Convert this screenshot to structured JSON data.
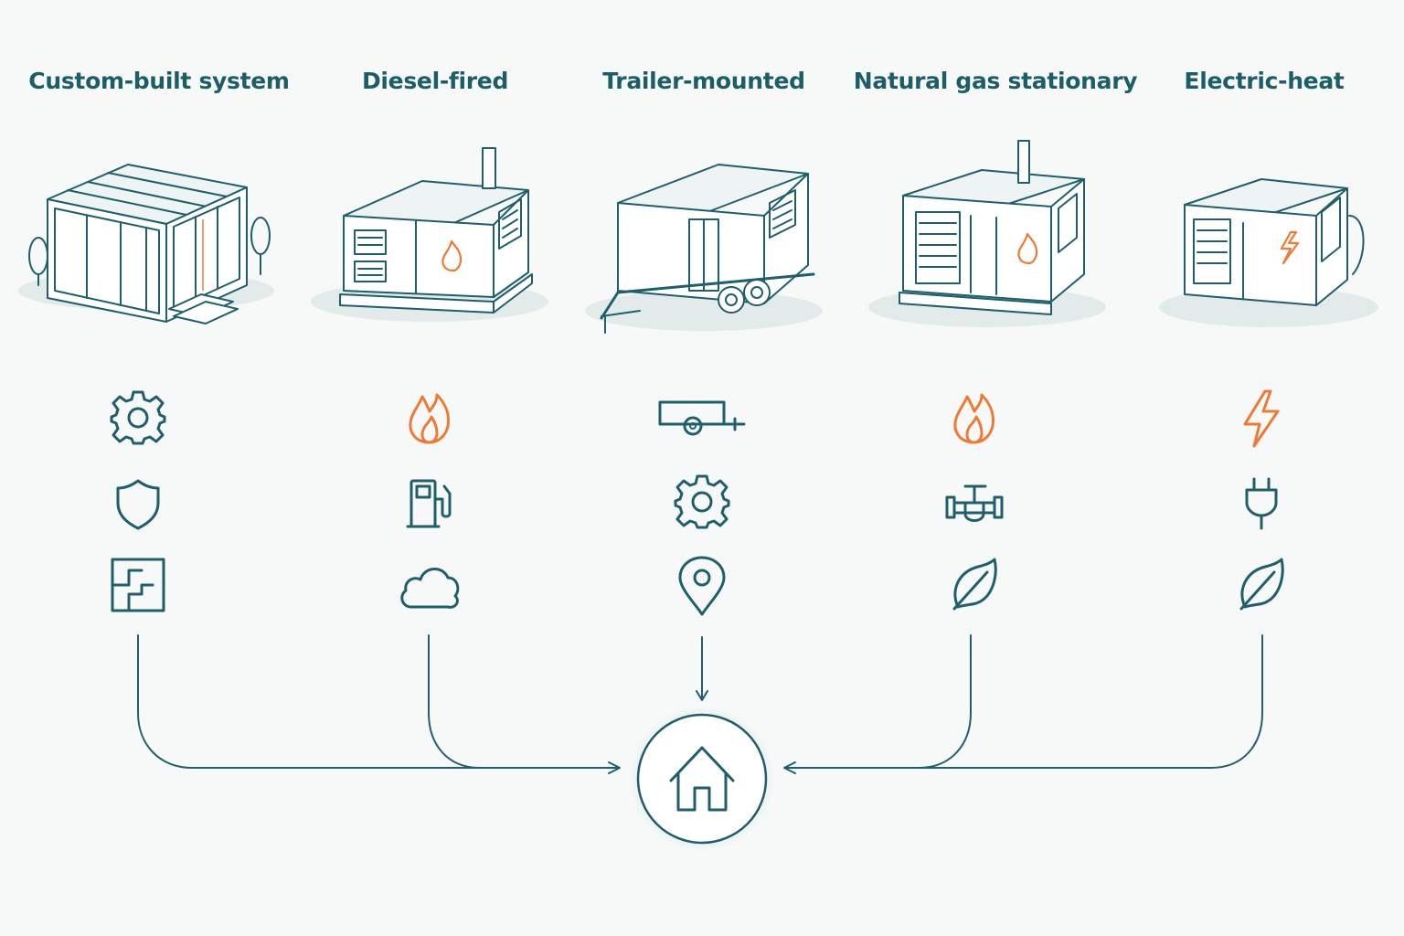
{
  "columns": [
    {
      "title": "Custom-built system",
      "icons": [
        "gear-icon",
        "shield-icon",
        "floor-plan-icon"
      ]
    },
    {
      "title": "Diesel-fired",
      "icons": [
        "flame-icon",
        "fuel-pump-icon",
        "cloud-icon"
      ]
    },
    {
      "title": "Trailer-mounted",
      "icons": [
        "trailer-icon",
        "gear-icon",
        "location-pin-icon"
      ]
    },
    {
      "title": "Natural gas stationary",
      "icons": [
        "flame-icon",
        "gas-valve-icon",
        "leaf-icon"
      ]
    },
    {
      "title": "Electric-heat",
      "icons": [
        "lightning-icon",
        "plug-icon",
        "leaf-icon"
      ]
    }
  ],
  "center": {
    "icon": "home-icon"
  },
  "colors": {
    "primary": "#1f5f6b",
    "title": "#1b5e68",
    "accent": "#ee7a33",
    "background": "#f6f9f7"
  }
}
